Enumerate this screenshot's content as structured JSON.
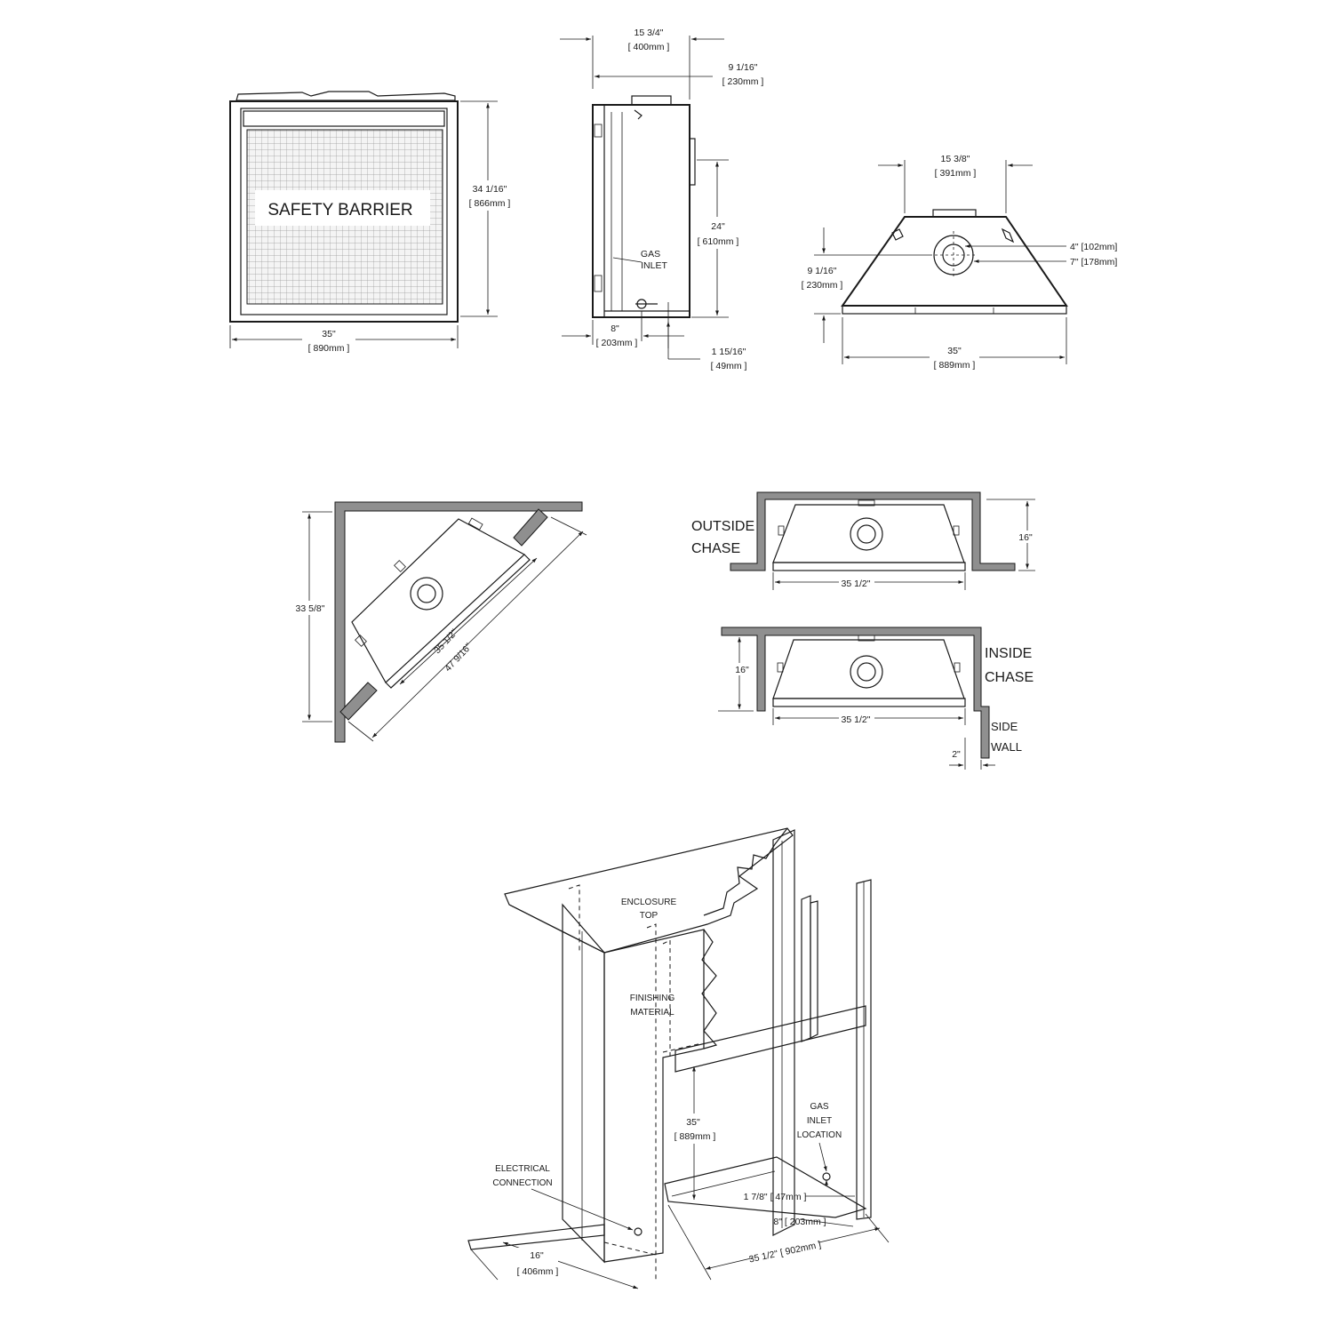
{
  "front_view": {
    "label_safety": "SAFETY BARRIER",
    "height_in": "34 1/16\"",
    "height_mm": "[ 866mm ]",
    "width_in": "35\"",
    "width_mm": "[ 890mm ]"
  },
  "side_view": {
    "top_in": "15 3/4\"",
    "top_mm": "[ 400mm ]",
    "vent_in": "9 1/16\"",
    "vent_mm": "[ 230mm ]",
    "height_in": "24\"",
    "height_mm": "[ 610mm ]",
    "gas_line1": "GAS",
    "gas_line2": "INLET",
    "depth_in": "8\"",
    "depth_mm": "[ 203mm ]",
    "offset_in": "1 15/16\"",
    "offset_mm": "[ 49mm ]"
  },
  "top_view": {
    "top_in": "15 3/8\"",
    "top_mm": "[ 391mm ]",
    "inner": "4\" [102mm]",
    "outer": "7\" [178mm]",
    "depth_in": "9 1/16\"",
    "depth_mm": "[ 230mm ]",
    "width_in": "35\"",
    "width_mm": "[ 889mm ]"
  },
  "corner_view": {
    "side": "33 5/8\"",
    "front": "35 1/2\"",
    "diag": "47 9/16\""
  },
  "outside_chase": {
    "label1": "OUTSIDE",
    "label2": "CHASE",
    "depth": "16\"",
    "width": "35 1/2\""
  },
  "inside_chase": {
    "label1": "INSIDE",
    "label2": "CHASE",
    "depth": "16\"",
    "width": "35 1/2\"",
    "side1": "SIDE",
    "side2": "WALL",
    "clear": "2\""
  },
  "framing": {
    "enc1": "ENCLOSURE",
    "enc2": "TOP",
    "fin1": "FINISHING",
    "fin2": "MATERIAL",
    "h_in": "35\"",
    "h_mm": "[ 889mm ]",
    "gas1": "GAS",
    "gas2": "INLET",
    "gas3": "LOCATION",
    "elec1": "ELECTRICAL",
    "elec2": "CONNECTION",
    "d1": "1 7/8\" [ 47mm ]",
    "d2": "8\" [ 203mm ]",
    "w": "35 1/2\" [ 902mm ]",
    "depth_in": "16\"",
    "depth_mm": "[ 406mm ]"
  }
}
